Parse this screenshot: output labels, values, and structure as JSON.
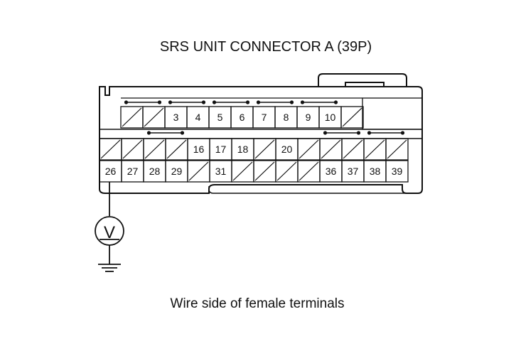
{
  "diagram": {
    "title": "SRS UNIT CONNECTOR A (39P)",
    "caption": "Wire side of female terminals",
    "meter_symbol": "V",
    "connector": {
      "pin_count": 39,
      "rows": [
        {
          "cells": [
            {
              "label": "",
              "empty": true
            },
            {
              "label": "",
              "empty": true
            },
            {
              "label": "3"
            },
            {
              "label": "4"
            },
            {
              "label": "5"
            },
            {
              "label": "6"
            },
            {
              "label": "7"
            },
            {
              "label": "8"
            },
            {
              "label": "9"
            },
            {
              "label": "10"
            },
            {
              "label": "",
              "empty": true
            }
          ],
          "shorting_bars": [
            [
              0,
              1
            ],
            [
              2,
              3
            ],
            [
              4,
              5
            ],
            [
              6,
              7
            ],
            [
              8,
              9
            ]
          ]
        },
        {
          "cells": [
            {
              "label": "",
              "empty": true
            },
            {
              "label": "",
              "empty": true
            },
            {
              "label": "",
              "empty": true
            },
            {
              "label": "",
              "empty": true
            },
            {
              "label": "16"
            },
            {
              "label": "17"
            },
            {
              "label": "18"
            },
            {
              "label": "",
              "empty": true
            },
            {
              "label": "20"
            },
            {
              "label": "",
              "empty": true
            },
            {
              "label": "",
              "empty": true
            },
            {
              "label": "",
              "empty": true
            },
            {
              "label": "",
              "empty": true
            },
            {
              "label": "",
              "empty": true
            }
          ],
          "shorting_bars": [
            [
              2,
              3
            ],
            [
              10,
              11
            ],
            [
              12,
              13
            ]
          ]
        },
        {
          "cells": [
            {
              "label": "26"
            },
            {
              "label": "27"
            },
            {
              "label": "28"
            },
            {
              "label": "29"
            },
            {
              "label": "",
              "empty": true
            },
            {
              "label": "31"
            },
            {
              "label": "",
              "empty": true
            },
            {
              "label": "",
              "empty": true
            },
            {
              "label": "",
              "empty": true
            },
            {
              "label": "",
              "empty": true
            },
            {
              "label": "36"
            },
            {
              "label": "37"
            },
            {
              "label": "38"
            },
            {
              "label": "39"
            }
          ],
          "shorting_bars": []
        }
      ]
    },
    "probe_pin": "26"
  }
}
